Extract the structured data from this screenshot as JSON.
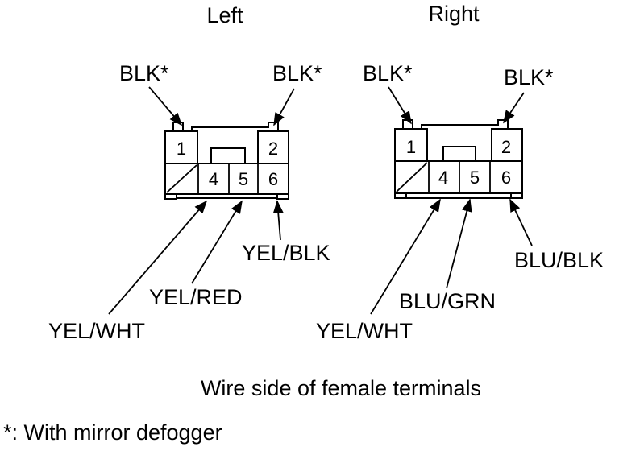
{
  "left": {
    "title": "Left",
    "pin_labels": [
      "1",
      "2",
      "4",
      "5",
      "6"
    ],
    "wires": {
      "pin1": "BLK*",
      "pin2": "BLK*",
      "pin4": "YEL/WHT",
      "pin5": "YEL/RED",
      "pin6": "YEL/BLK"
    }
  },
  "right": {
    "title": "Right",
    "pin_labels": [
      "1",
      "2",
      "4",
      "5",
      "6"
    ],
    "wires": {
      "pin1": "BLK*",
      "pin2": "BLK*",
      "pin4": "YEL/WHT",
      "pin5": "BLU/GRN",
      "pin6": "BLU/BLK"
    }
  },
  "caption": "Wire side of female terminals",
  "footnote": "*: With mirror defogger"
}
